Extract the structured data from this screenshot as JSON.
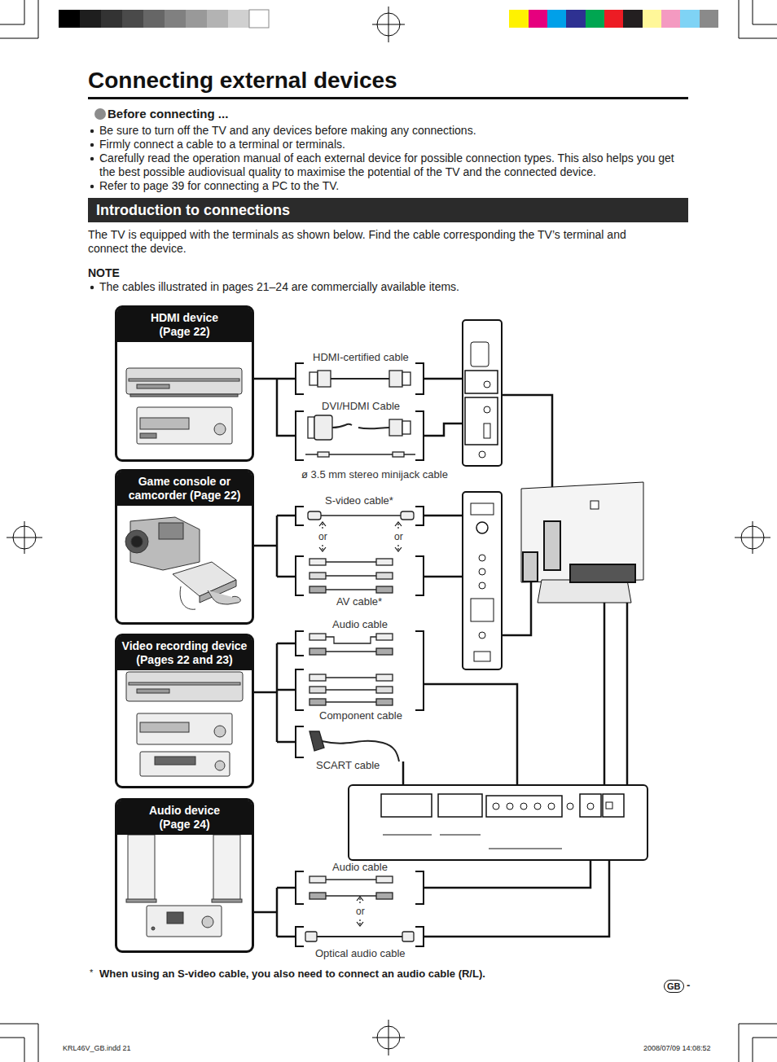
{
  "diagram": {
    "title": "Connecting external devices",
    "nodes": [
      {
        "text": [
          "Introduction to connections"
        ]
      },
      {
        "text": [
          "HDMI device (Page 22)"
        ]
      },
      {
        "text": [
          "Game console or camcorder (Page 22)"
        ]
      },
      {
        "text": [
          "Video recording device (Pages 22 and 23)"
        ]
      },
      {
        "text": [
          "Audio device (Page 24)"
        ]
      }
    ],
    "labels": [
      "Before connecting ...",
      "Be sure to turn off the TV and any devices before making any connections.",
      "Firmly connect a cable to a terminal or terminals.",
      "Carefully read the operation manual of each external device for possible connection types. This also helps you get the best possible audiovisual quality to maximise the potential of the TV and the connected device.",
      "Refer to page 39 for connecting a PC to the TV.",
      "The TV is equipped with the terminals as shown below. Find the cable corresponding the TV’s terminal and connect the device.",
      "NOTE",
      "The cables illustrated in pages 21–24 are commercially available items.",
      "HDMI-certified cable",
      "DVI/HDMI Cable",
      "ø 3.5 mm stereo minijack cable",
      "S-video cable*",
      "or",
      "or",
      "AV cable*",
      "Audio cable",
      "Component cable",
      "SCART cable",
      "Audio cable",
      "or",
      "Optical audio cable",
      "*",
      "When using an S-video cable, you also need to connect an audio cable (R/L).",
      "GB",
      "-",
      "KRL46V_GB.indd   21",
      "2008/07/09   14:08:52"
    ]
  }
}
